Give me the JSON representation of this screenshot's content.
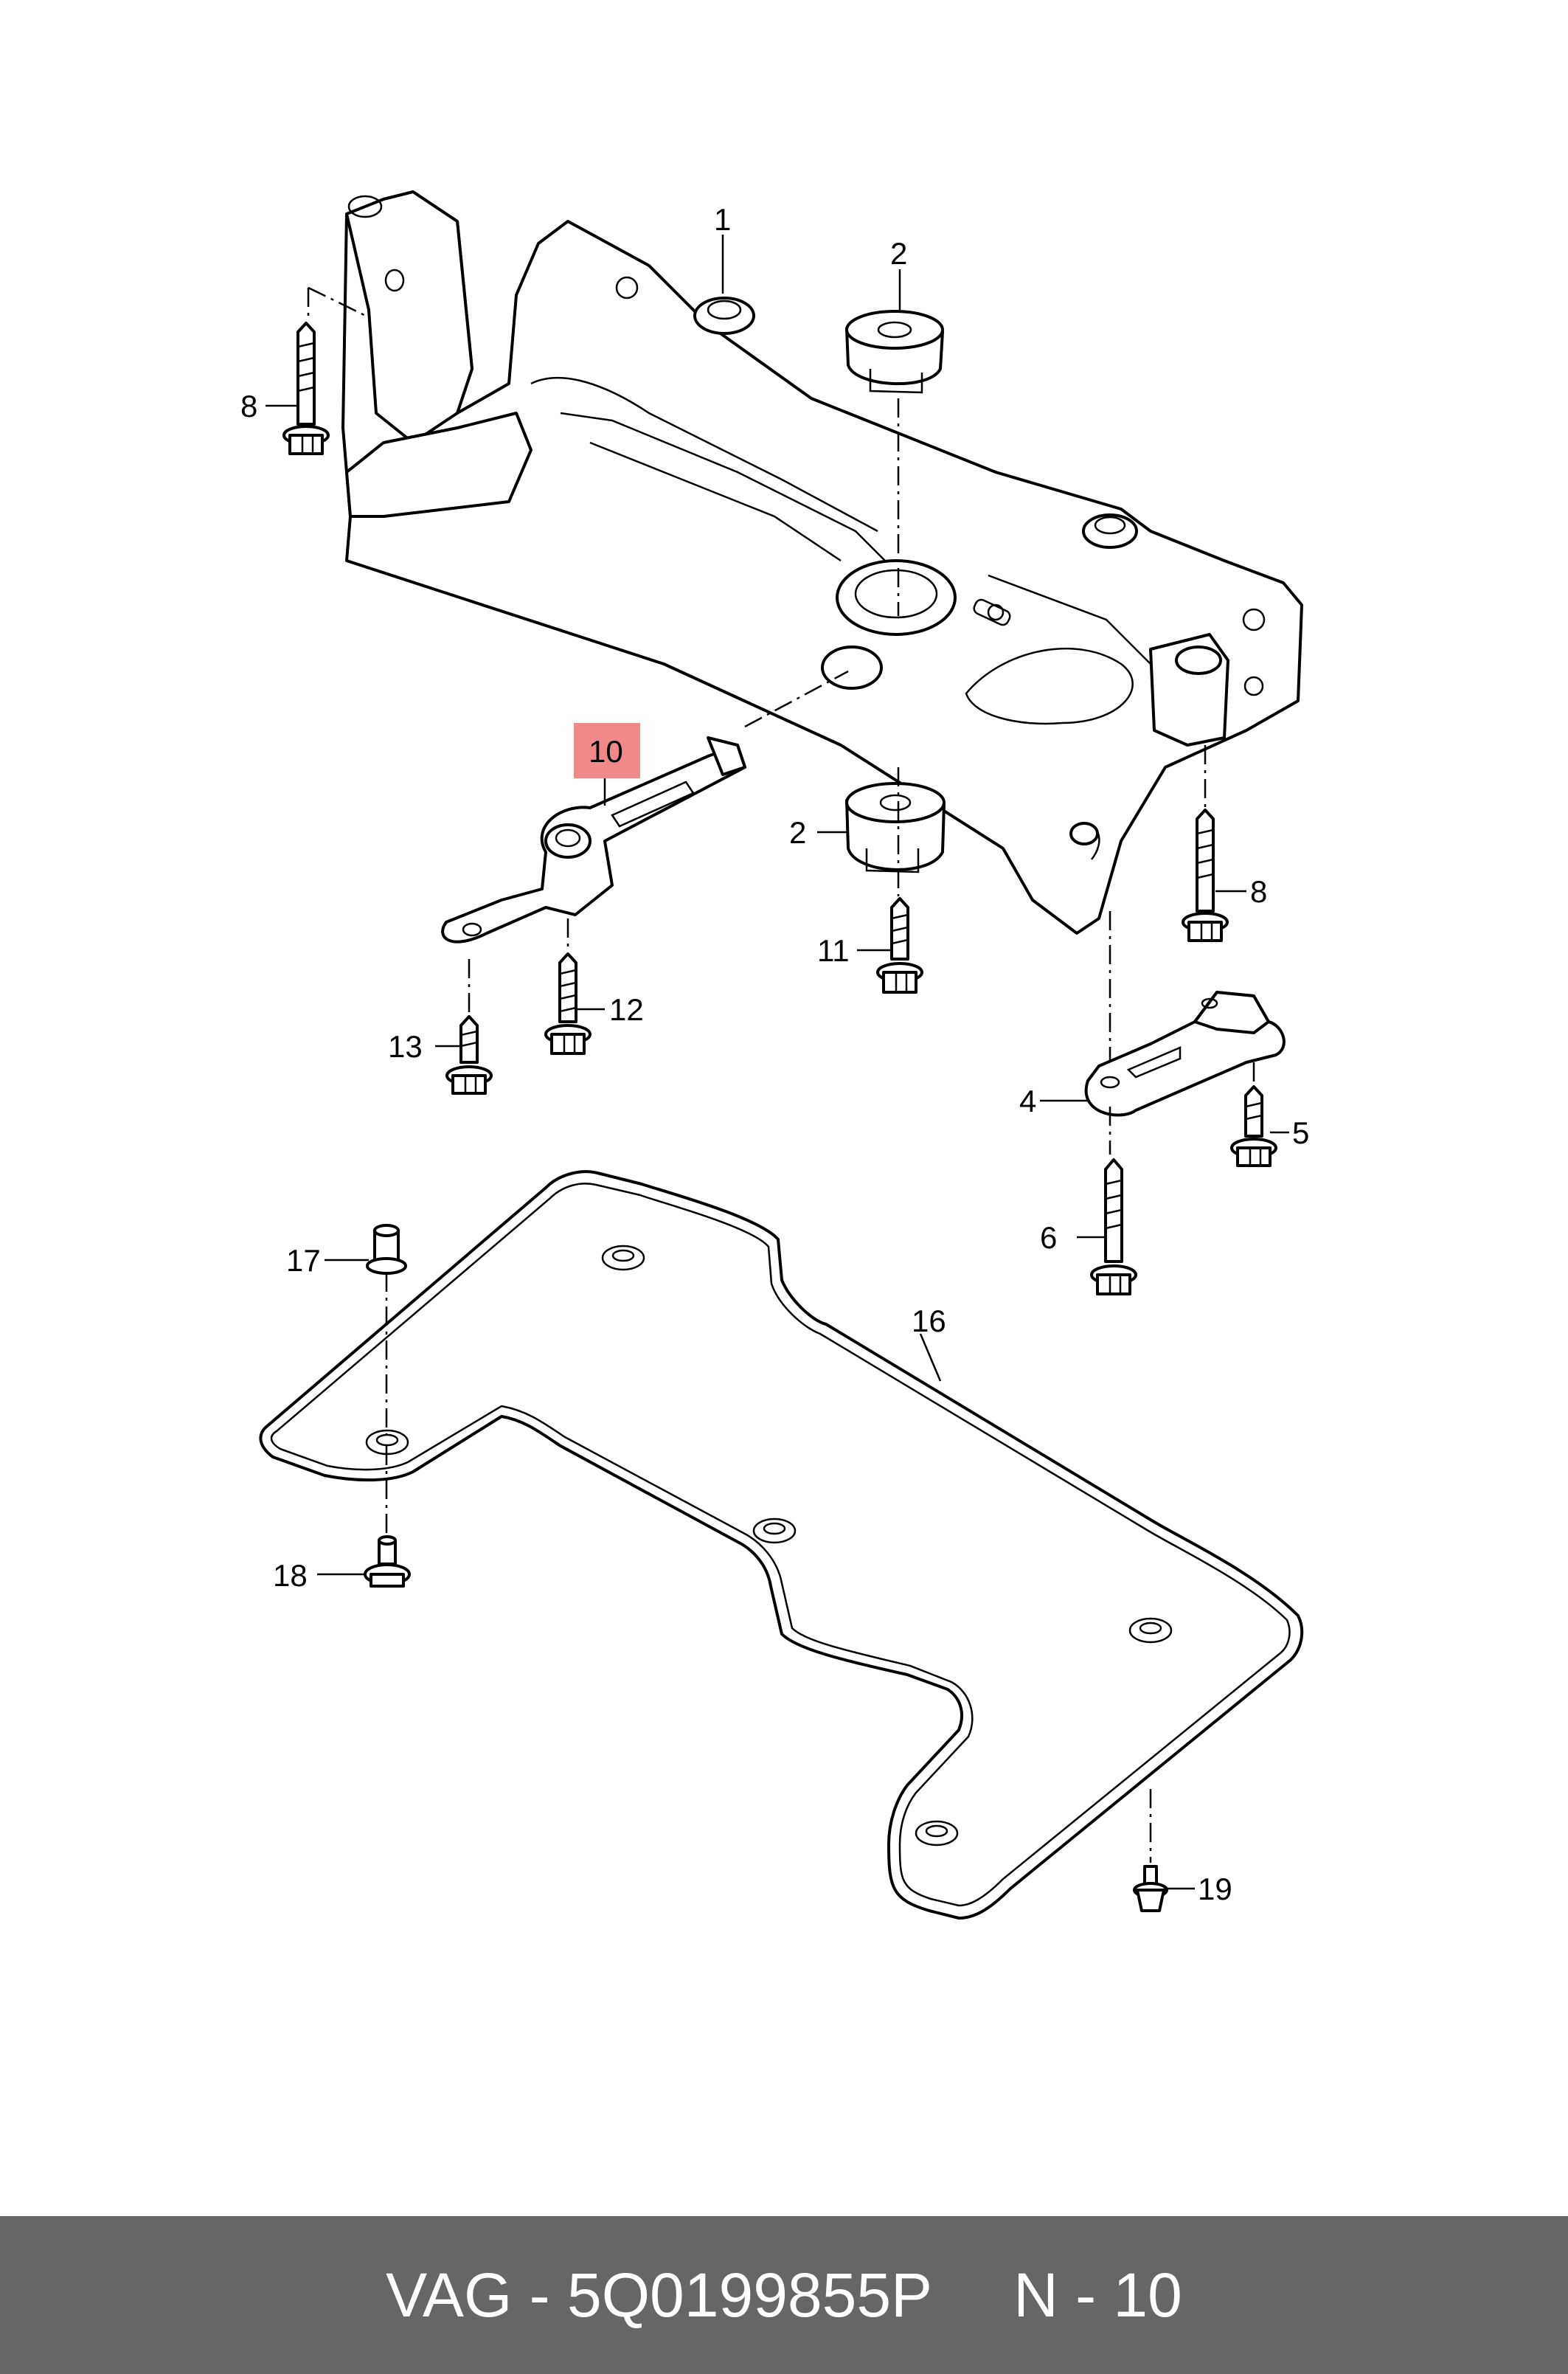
{
  "callouts": {
    "c1": "1",
    "c2a": "2",
    "c2b": "2",
    "c4": "4",
    "c5": "5",
    "c6": "6",
    "c8a": "8",
    "c8b": "8",
    "c10": "10",
    "c11": "11",
    "c12": "12",
    "c13": "13",
    "c16": "16",
    "c17": "17",
    "c18": "18",
    "c19": "19"
  },
  "highlight_color": "#f08a8a",
  "footer": {
    "brand": "VAG",
    "sep": "-",
    "part_number": "5Q0199855P",
    "position_code": "N - 10"
  }
}
